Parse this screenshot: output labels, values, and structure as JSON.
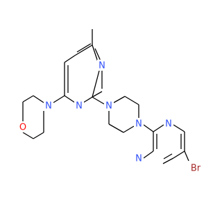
{
  "molecule": {
    "colors": {
      "bond": "#000000",
      "N": "#3050F8",
      "O": "#FF0D0D",
      "Br": "#A62929",
      "background": "#FFFFFF"
    },
    "atoms": {
      "n_pyr1": "N",
      "n_pyr2": "N",
      "n_morph": "N",
      "o_morph": "O",
      "n_pip1": "N",
      "n_pip2": "N",
      "n_brpyr1": "N",
      "n_brpyr2": "N",
      "br": "Br"
    }
  }
}
